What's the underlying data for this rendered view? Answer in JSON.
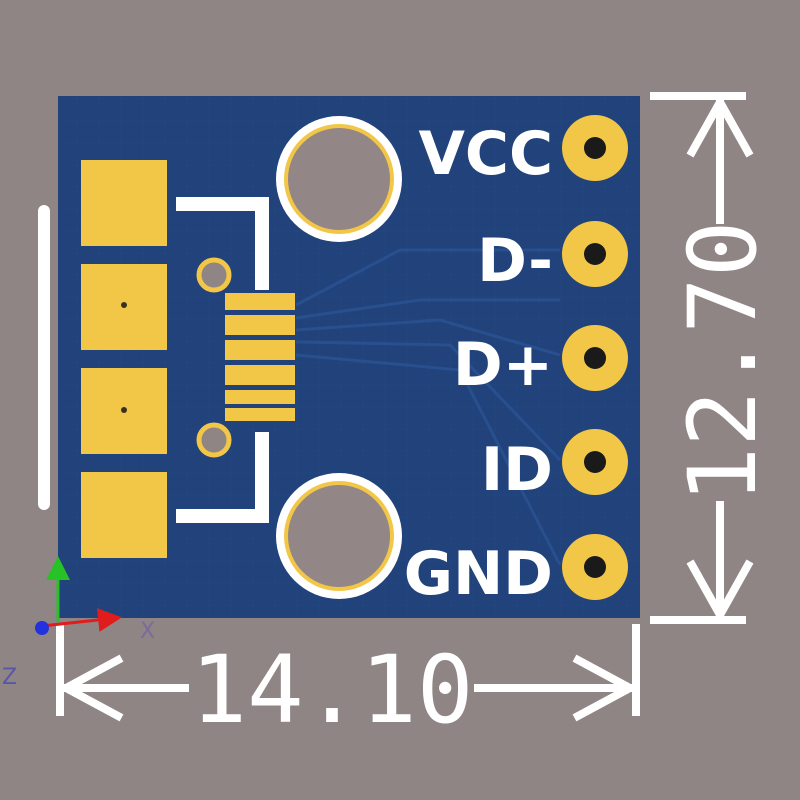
{
  "board": {
    "pins": [
      {
        "label": "VCC"
      },
      {
        "label": "D-"
      },
      {
        "label": "D+"
      },
      {
        "label": "ID"
      },
      {
        "label": "GND"
      }
    ]
  },
  "dimensions": {
    "width_label": "14.10",
    "height_label": "12.70"
  },
  "axes": {
    "x_label": "X",
    "z_label": "Z"
  },
  "colors": {
    "background": "#8f8585",
    "pcb": "#21427a",
    "pad_gold": "#f2c646",
    "silkscreen": "#ffffff",
    "axis_x": "#e01c1c",
    "axis_y": "#26c226",
    "axis_z": "#2233dd"
  }
}
